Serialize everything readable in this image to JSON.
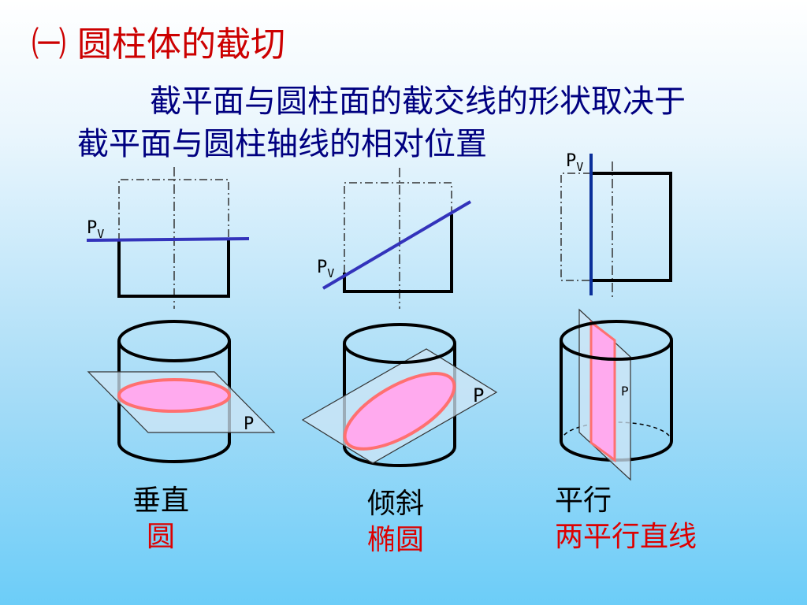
{
  "title": {
    "number": "㈠",
    "text": "圆柱体的截切"
  },
  "intro": {
    "line1": "截平面与圆柱面的截交线的形状取决于",
    "line2": "截平面与圆柱轴线的相对位置"
  },
  "labels": {
    "pv_main": "P",
    "pv_sub": "V",
    "p": "P"
  },
  "cases": [
    {
      "position": "垂直",
      "result": "圆"
    },
    {
      "position": "倾斜",
      "result": "椭圆"
    },
    {
      "position": "平行",
      "result": "两平行直线"
    }
  ],
  "colors": {
    "title": "#cc0000",
    "intro": "#000080",
    "cutting_line": "#3333bb",
    "section_fill": "#ffaaee",
    "section_stroke": "#ff7070",
    "plane_fill": "#cfe6f5",
    "result": "#dd0000"
  }
}
